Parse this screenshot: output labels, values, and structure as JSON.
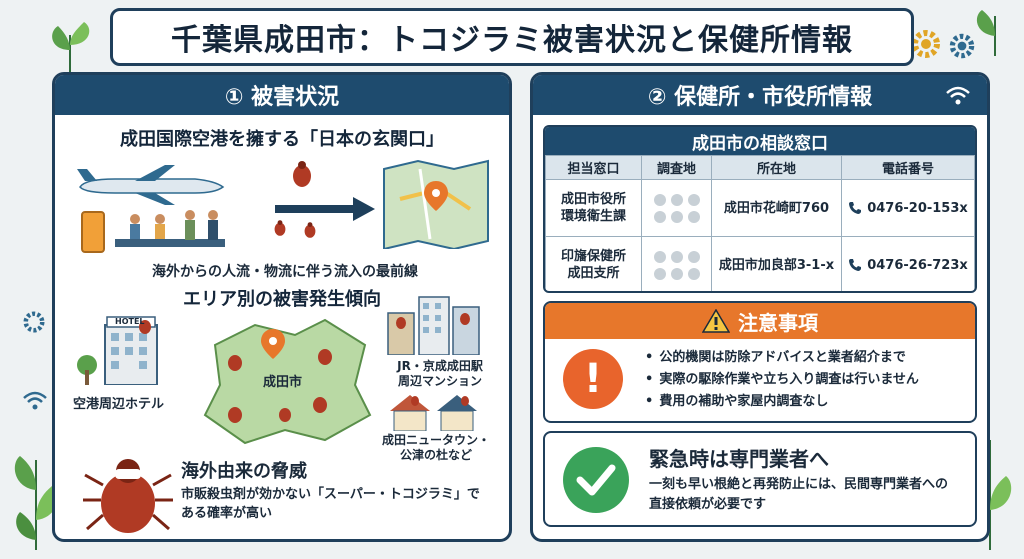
{
  "title": "千葉県成田市：トコジラミ被害状況と保健所情報",
  "left_panel": {
    "heading": "① 被害状況",
    "airport_title": "成田国際空港を擁する「日本の玄関口」",
    "airport_caption": "海外からの人流・物流に伴う流入の最前線",
    "area_title": "エリア別の被害発生傾向",
    "hotel_sign": "HOTEL",
    "hotel_caption": "空港周辺ホテル",
    "city_label": "成田市",
    "station_caption_1": "JR・京成成田駅",
    "station_caption_2": "周辺マンション",
    "newtown_caption_1": "成田ニュータウン・",
    "newtown_caption_2": "公津の杜など",
    "threat_title": "海外由来の脅威",
    "threat_text": "市販殺虫剤が効かない「スーパー・トコジラミ」である確率が高い"
  },
  "right_panel": {
    "heading": "② 保健所・市役所情報",
    "table_title": "成田市の相談窓口",
    "columns": [
      "担当窓口",
      "調査地",
      "所在地",
      "電話番号"
    ],
    "rows": [
      {
        "office_1": "成田市役所",
        "office_2": "環境衛生課",
        "address": "成田市花崎町760",
        "phone": "0476-20-153x"
      },
      {
        "office_1": "印旛保健所",
        "office_2": "成田支所",
        "address": "成田市加良部3-1-x",
        "phone": "0476-26-723x"
      }
    ],
    "caution_title": "注意事項",
    "caution_items": [
      "公的機関は防除アドバイスと業者紹介まで",
      "実際の駆除作業や立ち入り調査は行いません",
      "費用の補助や家屋内調査なし"
    ],
    "emergency_title": "緊急時は専門業者へ",
    "emergency_text": "一刻も早い根絶と再発防止には、民間専門業者への直接依頼が必要です"
  },
  "colors": {
    "navy": "#1e4b6e",
    "orange": "#e7772b",
    "green": "#3aa35a",
    "bug": "#b03a24"
  },
  "icons": [
    "plane-icon",
    "bug-icon",
    "map-pin-icon",
    "gear-icon",
    "wifi-icon",
    "phone-icon",
    "warning-icon",
    "check-icon"
  ]
}
